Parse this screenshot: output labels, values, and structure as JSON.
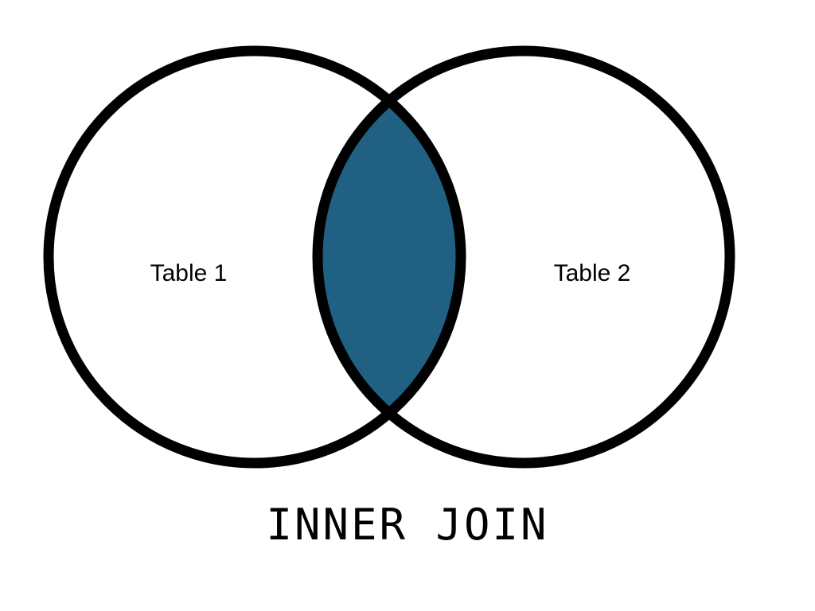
{
  "diagram": {
    "title": "INNER JOIN",
    "left_set": {
      "label": "Table 1"
    },
    "right_set": {
      "label": "Table 2"
    },
    "intersection_color": "#1f6083",
    "outline_color": "#000000",
    "background_color": "#ffffff"
  }
}
